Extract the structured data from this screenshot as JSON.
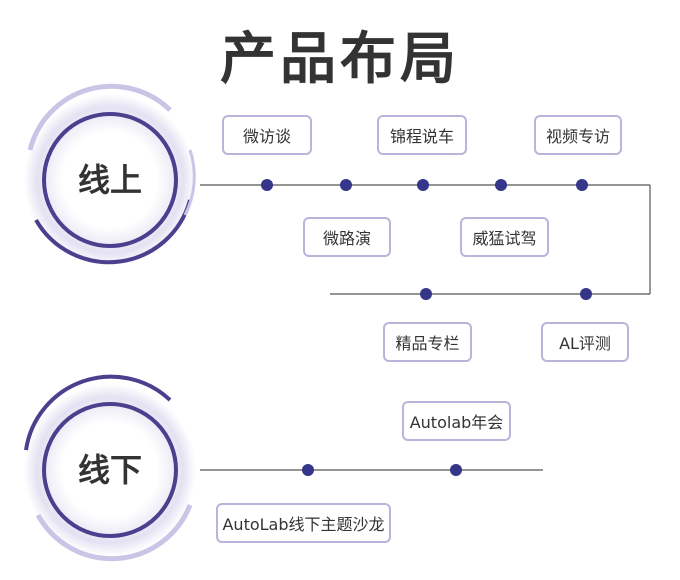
{
  "title": "产品布局",
  "hubs": {
    "online": "线上",
    "offline": "线下"
  },
  "online": {
    "row1_top": [
      "微访谈",
      "锦程说车",
      "视频专访"
    ],
    "row1_bottom": [
      "微路演",
      "威猛试驾"
    ],
    "row2_bottom": [
      "精品专栏",
      "AL评测"
    ]
  },
  "offline": {
    "top": [
      "Autolab年会"
    ],
    "bottom": [
      "AutoLab线下主题沙龙"
    ]
  },
  "colors": {
    "node": "#35358a",
    "line": "#555555",
    "tag_border": "#b9b4da",
    "ring_dark": "#4b3f8e",
    "ring_light": "#c9c5e6",
    "title": "#333333"
  }
}
